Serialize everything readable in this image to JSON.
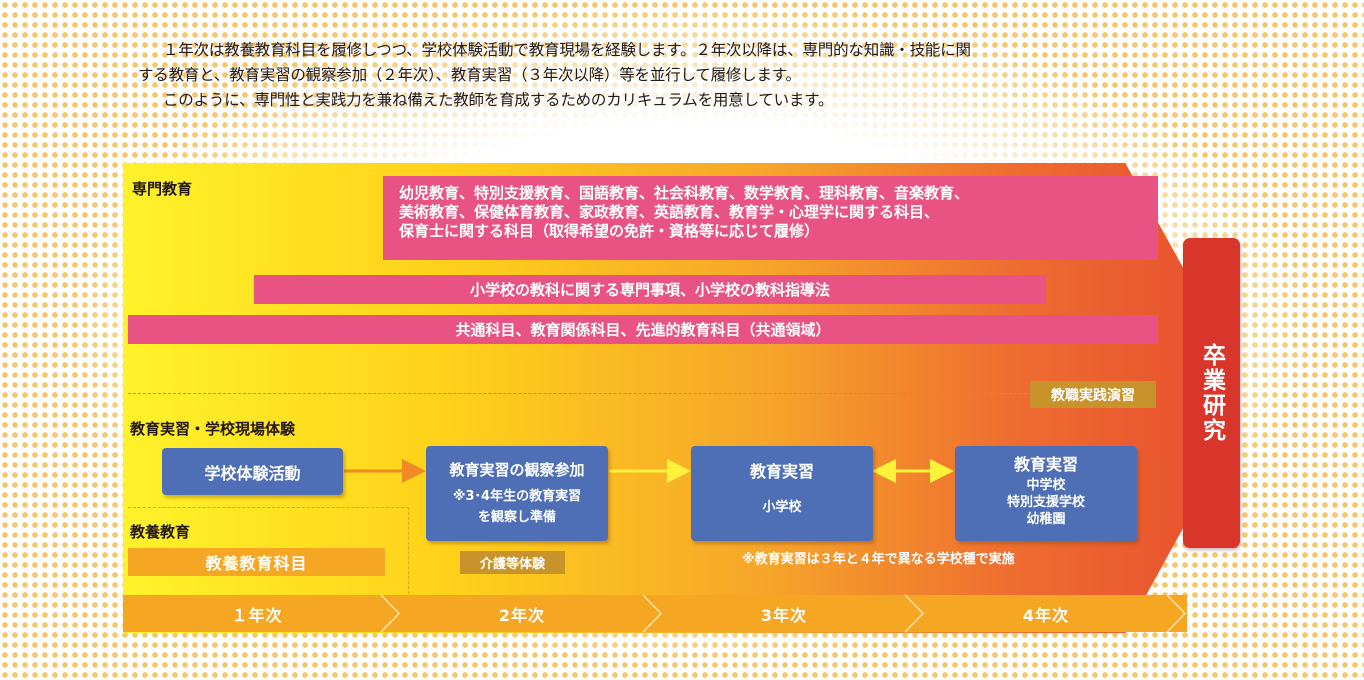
{
  "intro": {
    "line1": "１年次は教養教育科目を履修しつつ、学校体験活動で教育現場を経験します。２年次以降は、専門的な知識・技能に関",
    "line2": "する教育と、教育実習の観察参加（２年次）、教育実習（３年次以降）等を並行して履修します。",
    "line3": "このように、専門性と実践力を兼ね備えた教師を育成するためのカリキュラムを用意しています。"
  },
  "specialized": {
    "title": "専門教育",
    "subjects_line1": "幼児教育、特別支援教育、国語教育、社会科教育、数学教育、理科教育、音楽教育、",
    "subjects_line2": "美術教育、保健体育教育、家政教育、英語教育、教育学・心理学に関する科目、",
    "subjects_line3": "保育士に関する科目（取得希望の免許・資格等に応じて履修）",
    "elementary": "小学校の教科に関する専門事項、小学校の教科指導法",
    "common": "共通科目、教育関係科目、先進的教育科目（共通領域）",
    "practice_seminar": "教職実践演習"
  },
  "practicum": {
    "title": "教育実習・学校現場体験",
    "school_experience": "学校体験活動",
    "observation_title": "教育実習の観察参加",
    "observation_note_1": "※3･4年生の教育実習",
    "observation_note_2": "を観察し準備",
    "care_experience": "介護等体験",
    "practice3_title": "教育実習",
    "practice3_school": "小学校",
    "practice4_title": "教育実習",
    "practice4_school_1": "中学校",
    "practice4_school_2": "特別支援学校",
    "practice4_school_3": "幼稚園",
    "note": "※教育実習は３年と４年で異なる学校種で実施"
  },
  "liberal": {
    "title": "教養教育",
    "subjects": "教養教育科目"
  },
  "graduation": "卒業研究",
  "years": [
    "１年次",
    "2年次",
    "3年次",
    "4年次"
  ],
  "colors": {
    "pink": "#e85383",
    "blue": "#4e6fb6",
    "orange": "#f5a623",
    "red": "#d9362b",
    "tag": "#c8932a"
  }
}
